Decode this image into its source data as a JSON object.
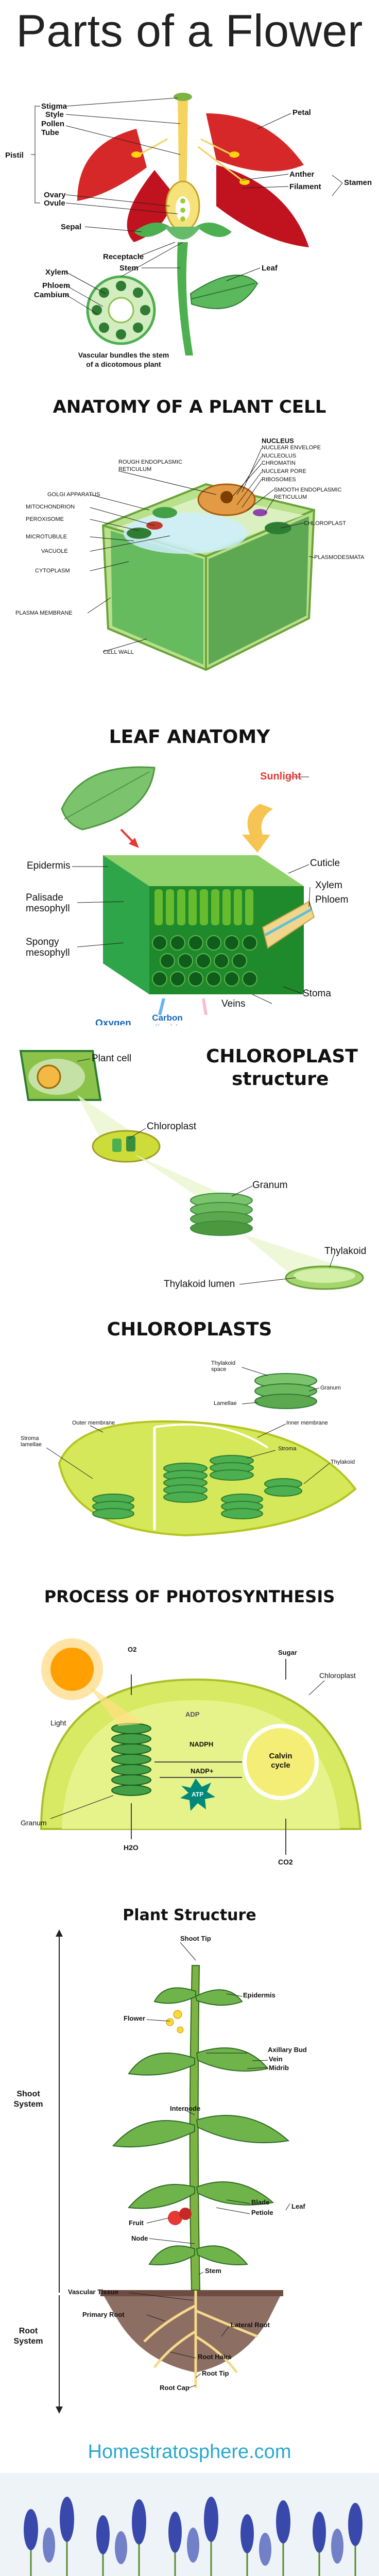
{
  "title": "Parts of a Flower",
  "flower": {
    "stigma": "Stigma",
    "style": "Style",
    "pollen_tube": "Pollen Tube",
    "pistil": "Pistil",
    "ovary": "Ovary",
    "ovule": "Ovule",
    "sepal": "Sepal",
    "receptacle": "Receptacle",
    "stem": "Stem",
    "leaf": "Leaf",
    "petal": "Petal",
    "anther": "Anther",
    "filament": "Filament",
    "stamen": "Stamen",
    "xylem": "Xylem",
    "phloem": "Phloem",
    "cambium": "Cambium",
    "vascular_note": "Vascular bundles the stem of a dicotomous plant"
  },
  "plant_cell": {
    "title": "ANATOMY OF A PLANT CELL",
    "nucleus": "NUCLEUS",
    "nucleus_parts": [
      "NUCLEAR ENVELOPE",
      "NUCLEOLUS",
      "CHROMATIN",
      "NUCLEAR PORE"
    ],
    "rough_er": "ROUGH ENDOPLASMIC RETICULUM",
    "ribosomes": "RIBOSOMES",
    "smooth_er": "SMOOTH ENDOPLASMIC RETICULUM",
    "chloroplast": "CHLOROPLAST",
    "golgi": "GOLGI APPARATUS",
    "mitochondrion": "MITOCHONDRION",
    "peroxisome": "PEROXISOME",
    "microtubule": "MICROTUBULE",
    "vacuole": "VACUOLE",
    "cytoplasm": "CYTOPLASM",
    "plasmodesmata": "PLASMODESMATA",
    "plasma_membrane": "PLASMA MEMBRANE",
    "cell_wall": "CELL WALL"
  },
  "leaf": {
    "title": "LEAF ANATOMY",
    "sunlight": "Sunlight",
    "cuticle": "Cuticle",
    "xylem": "Xylem",
    "phloem": "Phloem",
    "epidermis": "Epidermis",
    "palisade": "Palisade mesophyll",
    "spongy": "Spongy mesophyll",
    "oxygen": "Oxygen",
    "co2": "Carbon dioxide",
    "veins": "Veins",
    "stoma": "Stoma"
  },
  "chloroplast_structure": {
    "title_line1": "CHLOROPLAST",
    "title_line2": "structure",
    "plant_cell": "Plant cell",
    "chloroplast": "Chloroplast",
    "granum": "Granum",
    "thylakoid": "Thylakoid",
    "thylakoid_lumen": "Thylakoid lumen"
  },
  "chloroplasts": {
    "title": "CHLOROPLASTS",
    "thylakoid_space": "Thylakoid space",
    "granum": "Granum",
    "lamellae": "Lamellae",
    "outer_membrane": "Outer membrane",
    "inner_membrane": "Inner membrane",
    "stroma_lamellae": "Stroma lamellae",
    "stroma": "Stroma",
    "thylakoid": "Thylakoid"
  },
  "photosynthesis": {
    "title": "PROCESS OF PHOTOSYNTHESIS",
    "o2": "O2",
    "sugar": "Sugar",
    "chloroplast": "Chloroplast",
    "light": "Light",
    "adp": "ADP",
    "nadph": "NADPH",
    "nadp": "NADP+",
    "atp": "ATP",
    "calvin": "Calvin cycle",
    "granum": "Granum",
    "h2o": "H2O",
    "co2": "CO2"
  },
  "plant_structure": {
    "title": "Plant Structure",
    "shoot_tip": "Shoot Tip",
    "epidermis": "Epidermis",
    "flower": "Flower",
    "axillary_bud": "Axillary Bud",
    "vein": "Vein",
    "midrib": "Midrib",
    "internode": "Internode",
    "shoot_system": "Shoot System",
    "blade": "Blade",
    "petiole": "Petiole",
    "leaf": "Leaf",
    "fruit": "Fruit",
    "node": "Node",
    "stem": "Stem",
    "vascular_tissue": "Vascular Tissue",
    "primary_root": "Primary Root",
    "lateral_root": "Lateral Root",
    "root_system": "Root System",
    "root_hairs": "Root Hairs",
    "root_tip": "Root Tip",
    "root_cap": "Root Cap"
  },
  "footer": {
    "link": "Homestratosphere.com"
  }
}
